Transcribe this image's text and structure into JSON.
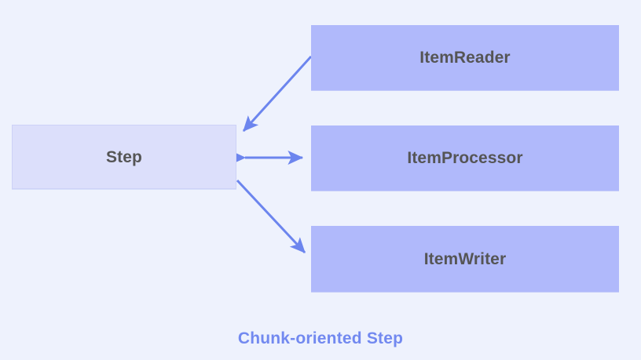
{
  "diagram": {
    "title": "Chunk-oriented Step",
    "background_color": "#eef2fd",
    "caption": {
      "text": "Chunk-oriented Step",
      "color": "#7289f0"
    },
    "nodes": [
      {
        "id": "step",
        "label": "Step",
        "fill": "#dcdffb",
        "border": "#cdd2f7",
        "text_color": "#555555"
      },
      {
        "id": "itemreader",
        "label": "ItemReader",
        "fill": "#b0b9fb",
        "border": "#b0b9fb",
        "text_color": "#555555"
      },
      {
        "id": "itemprocessor",
        "label": "ItemProcessor",
        "fill": "#b0b9fb",
        "border": "#b0b9fb",
        "text_color": "#555555"
      },
      {
        "id": "itemwriter",
        "label": "ItemWriter",
        "fill": "#b0b9fb",
        "border": "#b0b9fb",
        "text_color": "#555555"
      }
    ],
    "connectors": [
      {
        "id": "reader-to-step",
        "from": "itemreader",
        "to": "step",
        "direction": "one-way",
        "color": "#6c85ee"
      },
      {
        "id": "step-to-processor",
        "from": "step",
        "to": "itemprocessor",
        "direction": "two-way",
        "color": "#6c85ee"
      },
      {
        "id": "step-to-writer",
        "from": "step",
        "to": "itemwriter",
        "direction": "one-way",
        "color": "#6c85ee"
      }
    ]
  }
}
